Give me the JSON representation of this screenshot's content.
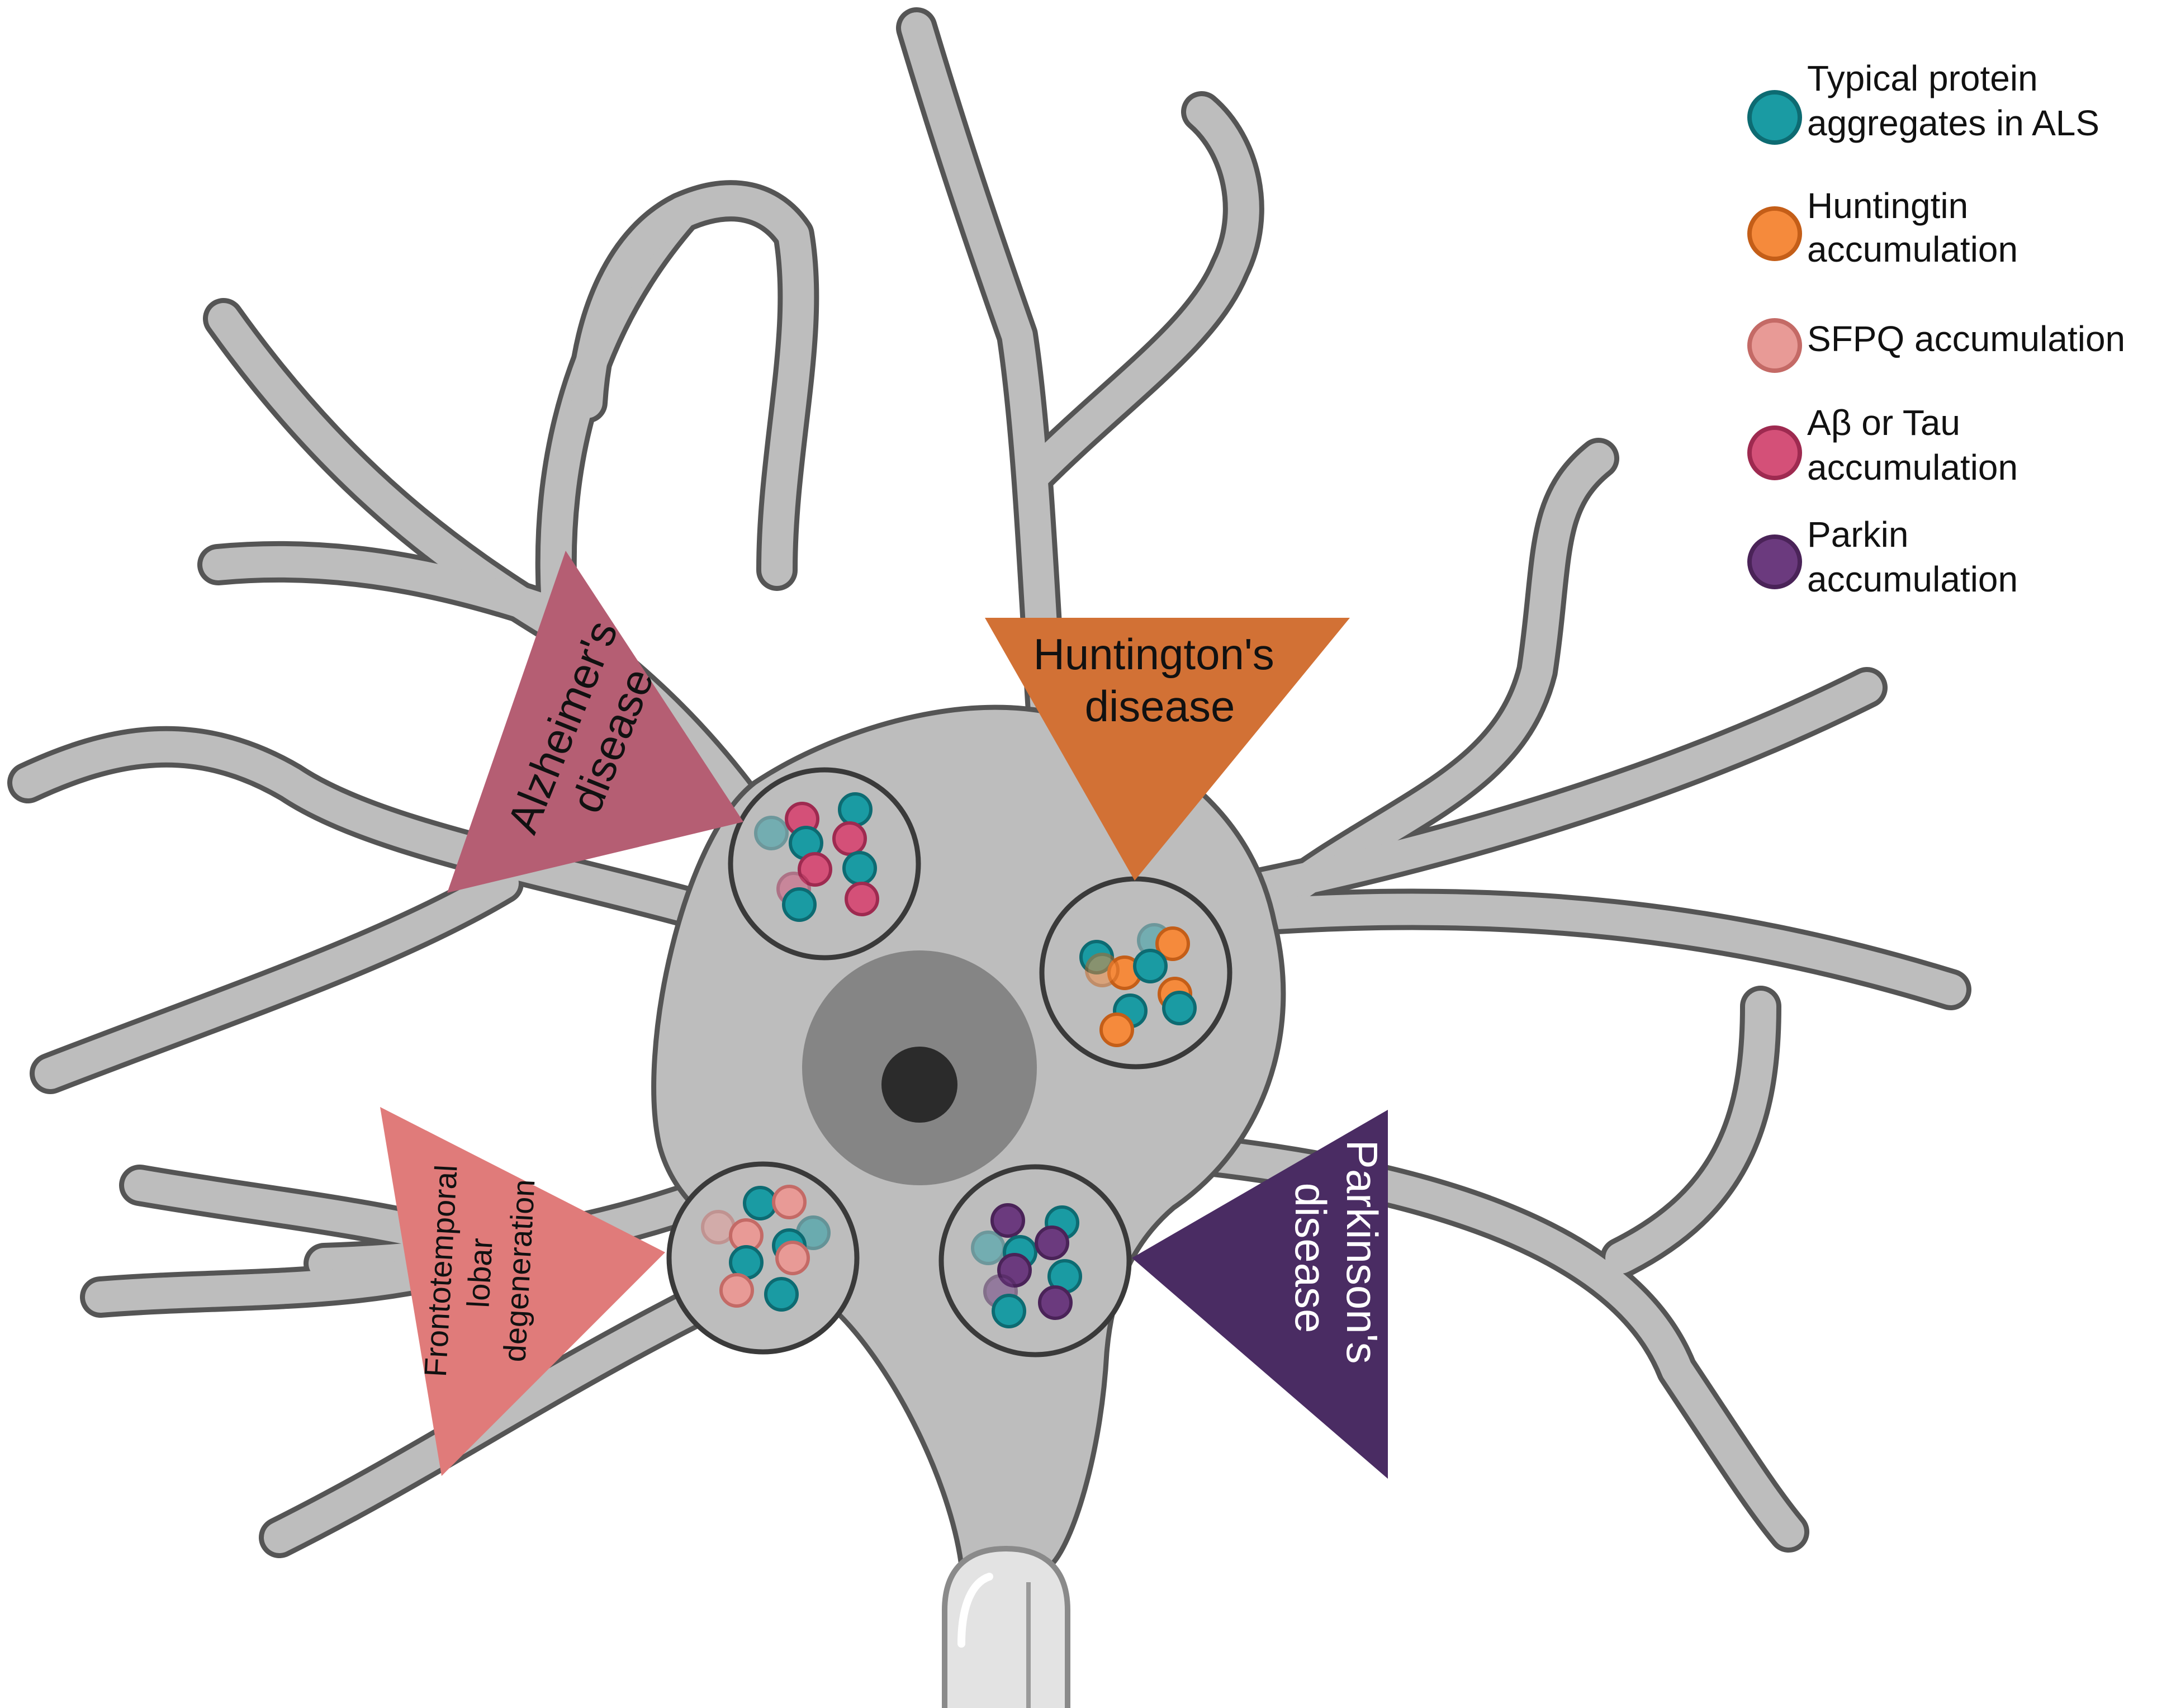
{
  "legend": {
    "items": [
      {
        "lines": [
          "Typical protein",
          "aggregates in ALS"
        ],
        "color": "#1a9ba3",
        "stroke": "#0d6b72"
      },
      {
        "lines": [
          "Huntingtin",
          "accumulation"
        ],
        "color": "#f58a3c",
        "stroke": "#c45e18"
      },
      {
        "lines": [
          "SFPQ accumulation"
        ],
        "color": "#e89a96",
        "stroke": "#c46a66"
      },
      {
        "lines": [
          "Aβ or Tau",
          "accumulation"
        ],
        "color": "#d45078",
        "stroke": "#9e2a50"
      },
      {
        "lines": [
          "Parkin",
          "accumulation"
        ],
        "color": "#6b3a7e",
        "stroke": "#4a2358"
      }
    ]
  },
  "diseases": {
    "alzheimers": {
      "lines": [
        "Alzheimer's",
        "disease"
      ],
      "color": "#b55e73"
    },
    "huntingtons": {
      "lines": [
        "Huntington's",
        "disease"
      ],
      "color": "#d27135"
    },
    "ftld": {
      "lines": [
        "Frontotemporal",
        "lobar",
        "degeneration"
      ],
      "color": "#e07b7a"
    },
    "parkinsons": {
      "lines": [
        "Parkinson's",
        "disease"
      ],
      "color": "#4a2c63"
    }
  },
  "colors": {
    "neuron_fill": "#bdbdbd",
    "neuron_stroke": "#555555",
    "nucleus": "#858585",
    "nucleolus": "#2b2b2b",
    "vesicle_stroke": "#3a3a3a"
  }
}
